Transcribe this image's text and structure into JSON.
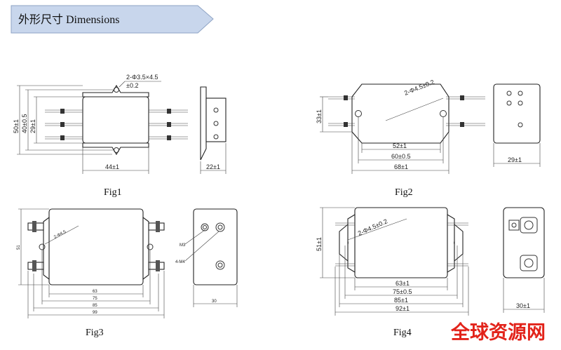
{
  "header": {
    "title": "外形尺寸 Dimensions",
    "banner_color": "#c8d6ec"
  },
  "watermark": {
    "text": "全球资源网",
    "color": "#e2231a"
  },
  "fig1": {
    "caption": "Fig1",
    "hole": "2-Φ3.5×4.5",
    "hole_tol": "±0.2",
    "d_height_outer": "50±1",
    "d_height_mid": "40±0.5",
    "d_height_inner": "29±1",
    "d_width": "44±1",
    "d_side": "22±1"
  },
  "fig2": {
    "caption": "Fig2",
    "hole": "2-Φ4.5±0.2",
    "d_height": "33±1",
    "d_w1": "52±1",
    "d_w2": "60±0.5",
    "d_w3": "68±1",
    "d_side": "29±1"
  },
  "fig3": {
    "caption": "Fig3",
    "hole": "2-Φ4.5",
    "d_height": "51",
    "d_w1": "63",
    "d_w2": "75",
    "d_w3": "85",
    "d_w4": "99",
    "d_side": "30",
    "lbl_m3": "M3",
    "lbl_m4": "4-M4"
  },
  "fig4": {
    "caption": "Fig4",
    "hole": "2-Φ4.5±0.2",
    "d_height": "51±1",
    "d_w1": "63±1",
    "d_w2": "75±0.5",
    "d_w3": "85±1",
    "d_w4": "92±1",
    "d_side": "30±1"
  }
}
